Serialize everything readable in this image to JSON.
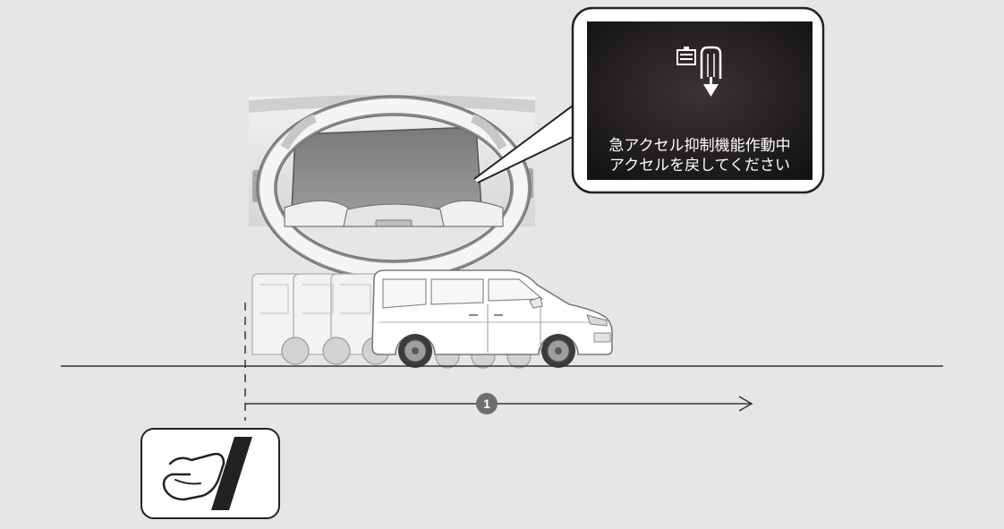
{
  "display": {
    "icon": "accelerator-pedal-release-icon",
    "message_line1": "急アクセル抑制機能作動中",
    "message_line2": "アクセルを戻してください"
  },
  "marker": {
    "label": "1"
  },
  "icons": {
    "pedal_box": "foot-pressing-pedal-icon",
    "dashboard": "steering-wheel-dashboard-illustration",
    "vehicle": "minivan-motion-sequence-illustration"
  },
  "colors": {
    "background": "#e6e6e6",
    "display_background": "#1c1a1a",
    "marker_fill": "#6e6e6e",
    "line": "#333333"
  }
}
